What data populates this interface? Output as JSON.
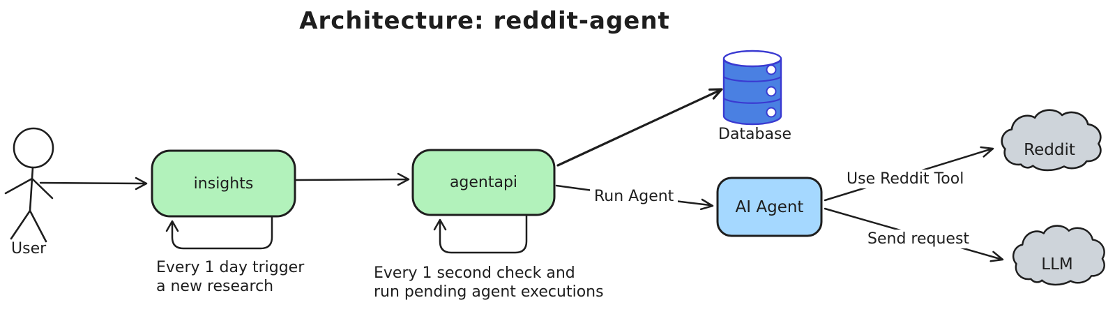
{
  "title": "Architecture: reddit-agent",
  "colors": {
    "stroke": "#1e1e1e",
    "service_fill": "#b2f2bb",
    "agent_fill": "#a5d8ff",
    "db_fill": "#4a80e2",
    "db_stroke": "#3a3ad1",
    "cloud_fill": "#ced4da",
    "white": "#ffffff"
  },
  "nodes": {
    "user": {
      "label": "User"
    },
    "insights": {
      "label": "insights"
    },
    "agentapi": {
      "label": "agentapi"
    },
    "database": {
      "label": "Database"
    },
    "ai_agent": {
      "label": "AI Agent"
    },
    "reddit": {
      "label": "Reddit"
    },
    "llm": {
      "label": "LLM"
    }
  },
  "edges": {
    "run_agent": {
      "label": "Run Agent"
    },
    "use_reddit_tool": {
      "label": "Use Reddit Tool"
    },
    "send_request": {
      "label": "Send request"
    }
  },
  "annotations": {
    "insights_loop": "Every 1 day trigger\na new research",
    "agentapi_loop": "Every 1 second check and\nrun pending agent executions"
  }
}
